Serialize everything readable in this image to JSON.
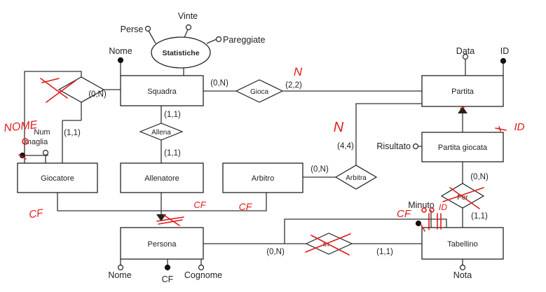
{
  "entities": {
    "squadra": "Squadra",
    "partita": "Partita",
    "partita_giocata": "Partita giocata",
    "giocatore": "Giocatore",
    "allenatore": "Allenatore",
    "arbitro": "Arbitro",
    "persona": "Persona",
    "tabellino": "Tabellino",
    "statistiche": "Statistiche"
  },
  "relationships": {
    "gioca": "Gioca",
    "allena": "Allena",
    "arbitra": "Arbitra",
    "in": "In",
    "per": "Per"
  },
  "attributes": {
    "vinte": "Vinte",
    "perse": "Perse",
    "pareggiate": "Pareggiate",
    "nome_squadra": "Nome",
    "data": "Data",
    "id": "ID",
    "risultato": "Risultato",
    "num_maglia_1": "Num",
    "num_maglia_2": "maglia",
    "minuto": "Minuto",
    "nome_persona": "Nome",
    "cf": "CF",
    "cognome": "Cognome",
    "nota": "Nota"
  },
  "cardinalities": {
    "squadra_gioca": "(0,N)",
    "gioca_partita": "(2,2)",
    "giocatore_rel": "(0,N)",
    "rel_giocatore": "(1,1)",
    "squadra_allena": "(1,1)",
    "allenatore_allena": "(1,1)",
    "arbitra_arbitro": "(0,N)",
    "arbitra_partita": "(4,4)",
    "partitagiocata_per": "(0,N)",
    "tabellino_per": "(1,1)",
    "persona_in": "(0,N)",
    "tabellino_in": "(1,1)"
  },
  "annotations": {
    "n_gioca": "N",
    "n_arbitra": "N",
    "nome": "NOME",
    "id_partita_giocata": "ID",
    "cf_giocatore": "CF",
    "cf_allenatore": "CF",
    "cf_arbitro": "CF",
    "cf_tabellino": "CF",
    "id_tabellino": "ID"
  },
  "colors": {
    "ink": "#222222",
    "annotation": "#e01b1b"
  }
}
